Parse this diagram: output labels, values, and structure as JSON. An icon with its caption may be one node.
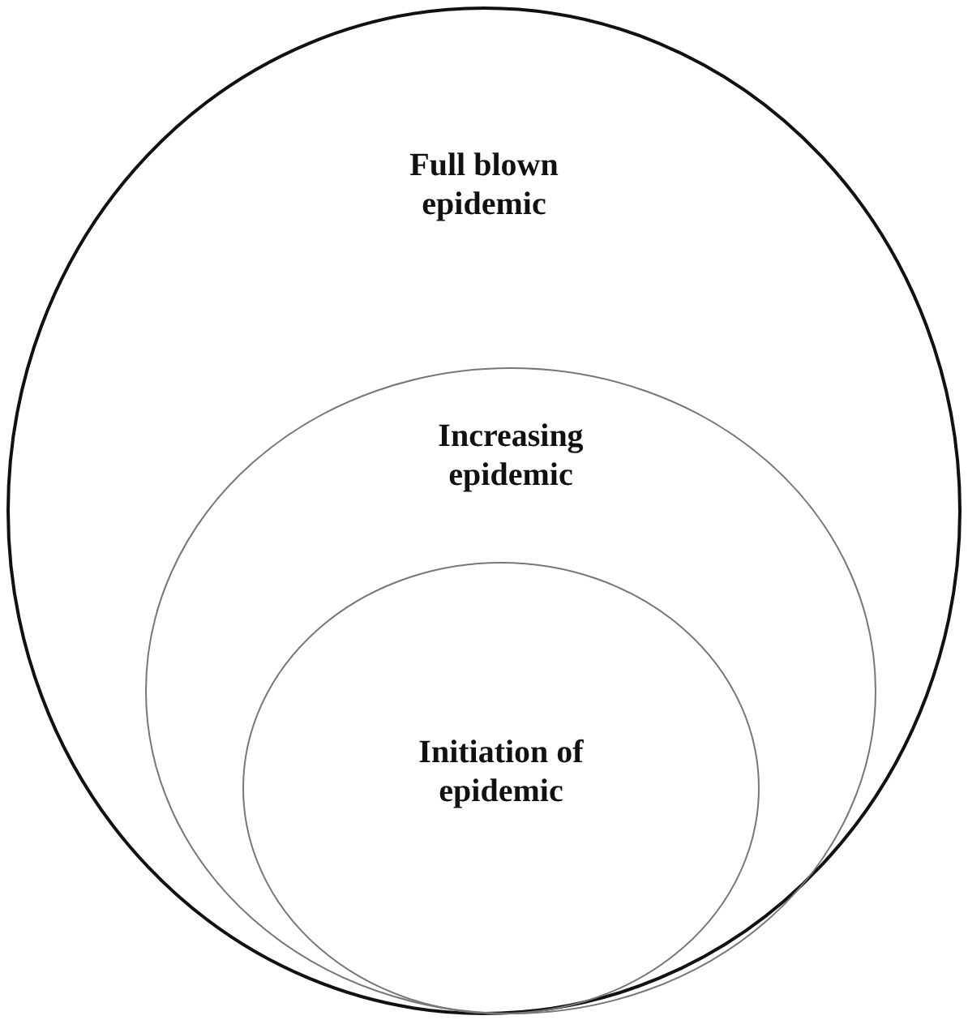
{
  "diagram": {
    "nodes": [
      {
        "text": [
          "Full blown epidemic"
        ]
      },
      {
        "text": [
          "Increasing epidemic"
        ],
        "in": 0
      },
      {
        "text": [
          "Initiation of epidemic"
        ],
        "in": 1
      }
    ]
  }
}
